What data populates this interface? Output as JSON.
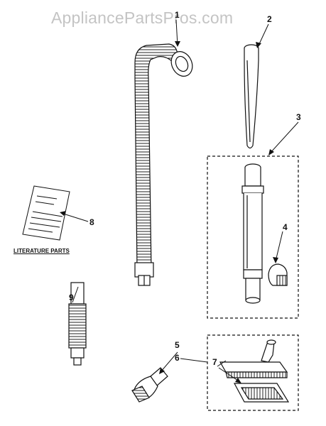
{
  "watermark": "AppliancePartsPros.com",
  "literature_label": "LITERATURE PARTS",
  "callouts": [
    {
      "id": "1",
      "text": "1"
    },
    {
      "id": "2",
      "text": "2"
    },
    {
      "id": "3",
      "text": "3"
    },
    {
      "id": "4",
      "text": "4"
    },
    {
      "id": "5",
      "text": "5"
    },
    {
      "id": "6",
      "text": "6"
    },
    {
      "id": "7",
      "text": "7"
    },
    {
      "id": "8",
      "text": "8"
    },
    {
      "id": "9",
      "text": "9"
    }
  ]
}
